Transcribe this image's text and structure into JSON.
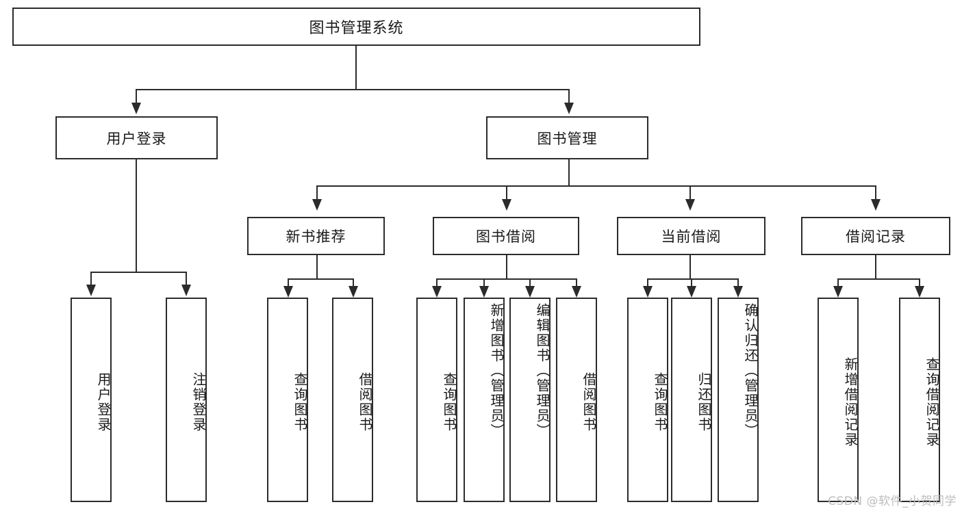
{
  "diagram": {
    "type": "tree-hierarchy-functional-decomposition",
    "title": "图书管理系统",
    "root": {
      "id": "root",
      "label": "图书管理系统",
      "orientation": "horizontal"
    },
    "level2": [
      {
        "id": "user-login",
        "label": "用户登录",
        "orientation": "horizontal"
      },
      {
        "id": "book-management",
        "label": "图书管理",
        "orientation": "horizontal"
      }
    ],
    "level3": [
      {
        "id": "new-book-recommend",
        "label": "新书推荐",
        "orientation": "horizontal",
        "parent": "book-management"
      },
      {
        "id": "book-borrow",
        "label": "图书借阅",
        "orientation": "horizontal",
        "parent": "book-management"
      },
      {
        "id": "current-borrow",
        "label": "当前借阅",
        "orientation": "horizontal",
        "parent": "book-management"
      },
      {
        "id": "borrow-record",
        "label": "借阅记录",
        "orientation": "horizontal",
        "parent": "book-management"
      }
    ],
    "leaves": {
      "user-login": [
        {
          "id": "leaf-user-login",
          "label": "用户登录"
        },
        {
          "id": "leaf-user-logout",
          "label": "注销登录"
        }
      ],
      "new-book-recommend": [
        {
          "id": "leaf-query-book-1",
          "label": "查询图书"
        },
        {
          "id": "leaf-borrow-book-1",
          "label": "借阅图书"
        }
      ],
      "book-borrow": [
        {
          "id": "leaf-query-book-2",
          "label": "查询图书"
        },
        {
          "id": "leaf-add-book",
          "label": "新增图书（管理员）"
        },
        {
          "id": "leaf-edit-book",
          "label": "编辑图书（管理员）"
        },
        {
          "id": "leaf-borrow-book-2",
          "label": "借阅图书"
        }
      ],
      "current-borrow": [
        {
          "id": "leaf-query-book-3",
          "label": "查询图书"
        },
        {
          "id": "leaf-return-book",
          "label": "归还图书"
        },
        {
          "id": "leaf-confirm-return",
          "label": "确认归还（管理员）"
        }
      ],
      "borrow-record": [
        {
          "id": "leaf-add-record",
          "label": "新增借阅记录"
        },
        {
          "id": "leaf-query-record",
          "label": "查询借阅记录"
        }
      ]
    }
  },
  "watermark": {
    "text": "CSDN @软件_小贺同学"
  },
  "colors": {
    "stroke": "#2b2b2b",
    "fill": "#ffffff",
    "text": "#1a1a1a",
    "watermark": "#bdbdbd"
  }
}
